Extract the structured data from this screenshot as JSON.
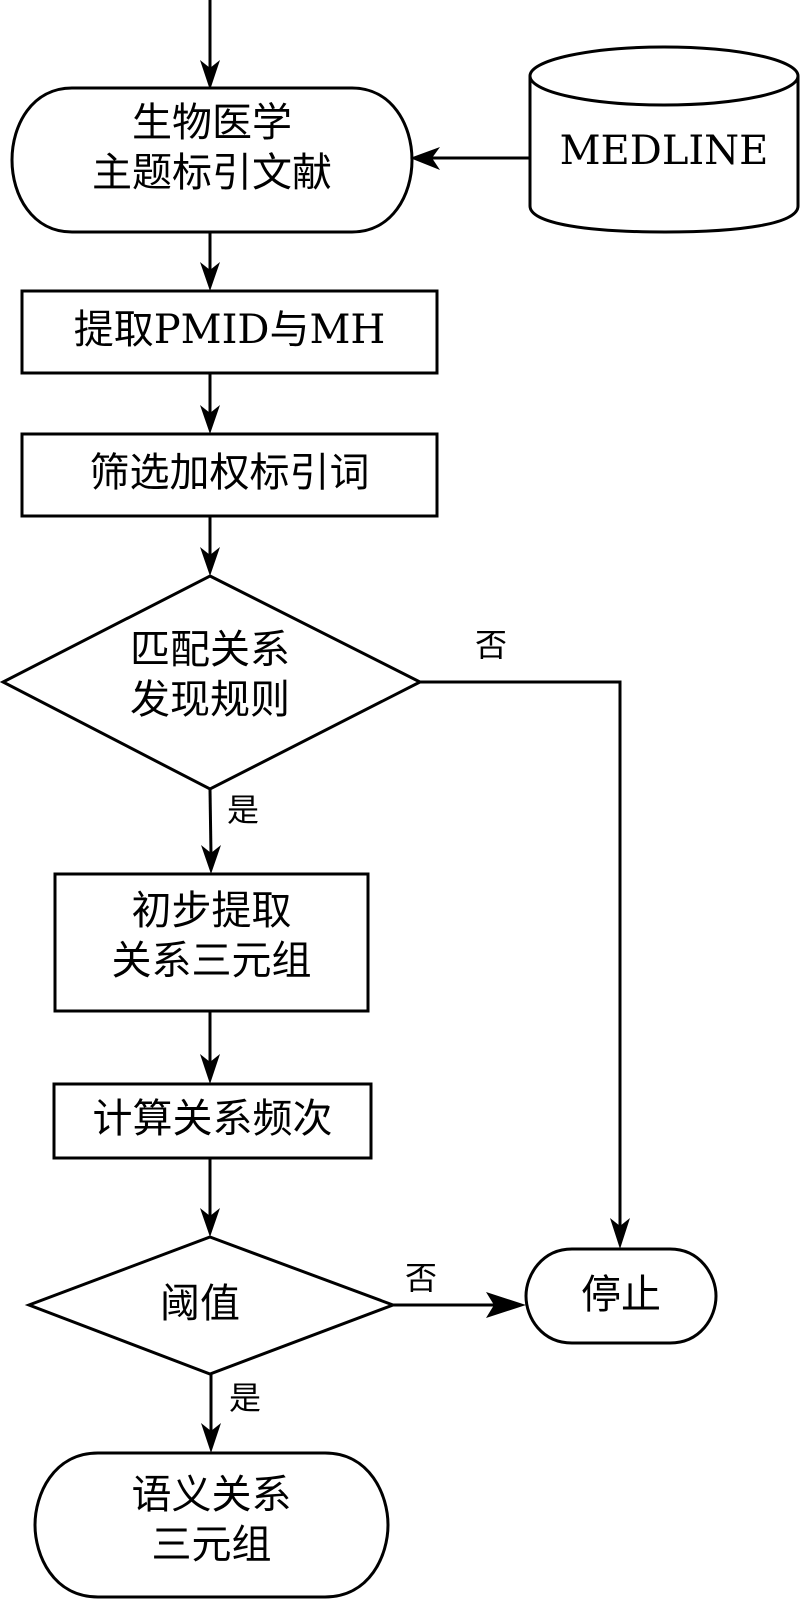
{
  "diagram": {
    "type": "flowchart",
    "colors": {
      "stroke": "#000000",
      "fill": "#ffffff",
      "text": "#000000"
    },
    "nodes": {
      "source": {
        "shape": "cylinder",
        "label": "MEDLINE"
      },
      "doc": {
        "shape": "stadium",
        "line1": "生物医学",
        "line2": "主题标引文献"
      },
      "extract": {
        "shape": "rect",
        "label": "提取PMID与MH"
      },
      "filter": {
        "shape": "rect",
        "label": "筛选加权标引词"
      },
      "match": {
        "shape": "diamond",
        "line1": "匹配关系",
        "line2": "发现规则"
      },
      "initial": {
        "shape": "rect",
        "line1": "初步提取",
        "line2": "关系三元组"
      },
      "count": {
        "shape": "rect",
        "label": "计算关系频次"
      },
      "threshold": {
        "shape": "diamond",
        "label": "阈值"
      },
      "stop": {
        "shape": "stadium",
        "label": "停止"
      },
      "result": {
        "shape": "stadium",
        "line1": "语义关系",
        "line2": "三元组"
      }
    },
    "edges": [
      {
        "from": "entry",
        "to": "doc",
        "label": ""
      },
      {
        "from": "source",
        "to": "doc",
        "label": ""
      },
      {
        "from": "doc",
        "to": "extract",
        "label": ""
      },
      {
        "from": "extract",
        "to": "filter",
        "label": ""
      },
      {
        "from": "filter",
        "to": "match",
        "label": ""
      },
      {
        "from": "match",
        "to": "initial",
        "label": "是"
      },
      {
        "from": "match",
        "to": "stop",
        "label": "否"
      },
      {
        "from": "initial",
        "to": "count",
        "label": ""
      },
      {
        "from": "count",
        "to": "threshold",
        "label": ""
      },
      {
        "from": "threshold",
        "to": "stop",
        "label": "否"
      },
      {
        "from": "threshold",
        "to": "result",
        "label": "是"
      }
    ],
    "edge_labels": {
      "match_no": "否",
      "match_yes": "是",
      "threshold_no": "否",
      "threshold_yes": "是"
    }
  }
}
